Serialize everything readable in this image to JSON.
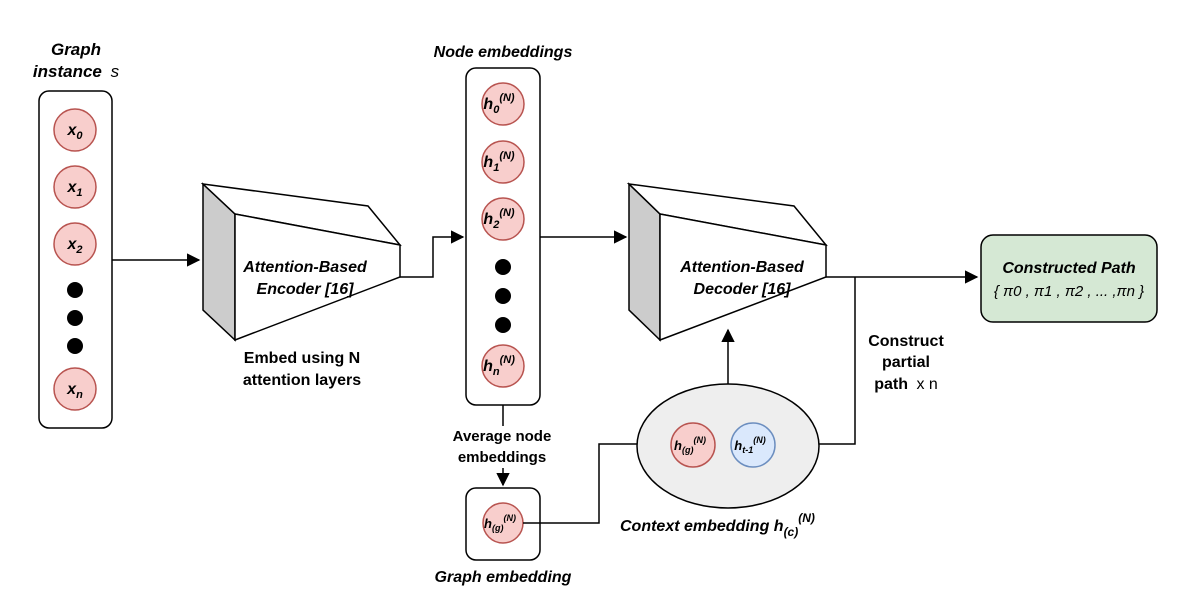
{
  "colors": {
    "node_fill": "#f8cecc",
    "node_stroke": "#b85450",
    "context_node_fill": "#dae8fc",
    "context_node_stroke": "#6c8ebf",
    "output_fill": "#d5e8d4",
    "output_stroke": "#82b366",
    "block_side": "#cccccc",
    "ellipse_fill": "#eeeeee"
  },
  "graph_instance": {
    "title_line1": "Graph",
    "title_line2": "instance",
    "title_var": "s",
    "nodes": [
      {
        "base": "x",
        "sub": "0"
      },
      {
        "base": "x",
        "sub": "1"
      },
      {
        "base": "x",
        "sub": "2"
      },
      {
        "base": "x",
        "sub": "n"
      }
    ]
  },
  "encoder": {
    "line1": "Attention-Based",
    "line2": "Encoder [16]",
    "caption_line1": "Embed using N",
    "caption_line2": "attention layers"
  },
  "node_embeddings": {
    "title": "Node embeddings",
    "nodes": [
      {
        "base": "h",
        "sub": "0",
        "sup": "(N)"
      },
      {
        "base": "h",
        "sub": "1",
        "sup": "(N)"
      },
      {
        "base": "h",
        "sub": "2",
        "sup": "(N)"
      },
      {
        "base": "h",
        "sub": "n",
        "sup": "(N)"
      }
    ],
    "avg_line1": "Average node",
    "avg_line2": "embeddings"
  },
  "graph_embedding": {
    "title": "Graph embedding",
    "node": {
      "base": "h",
      "sub": "(g)",
      "sup": "(N)"
    }
  },
  "decoder": {
    "line1": "Attention-Based",
    "line2": "Decoder [16]"
  },
  "context": {
    "label": "Context embedding h",
    "label_sub": "(c)",
    "label_sup": "(N)",
    "node_g": {
      "base": "h",
      "sub": "(g)",
      "sup": "(N)"
    },
    "node_t": {
      "base": "h",
      "sub": "t-1",
      "sup": "(N)"
    }
  },
  "construct": {
    "line1": "Construct",
    "line2": "partial",
    "line3": "path",
    "line3_suffix": "x n"
  },
  "output": {
    "title": "Constructed Path",
    "path": "{ π0 , π1 , π2 , ... ,πn }"
  }
}
